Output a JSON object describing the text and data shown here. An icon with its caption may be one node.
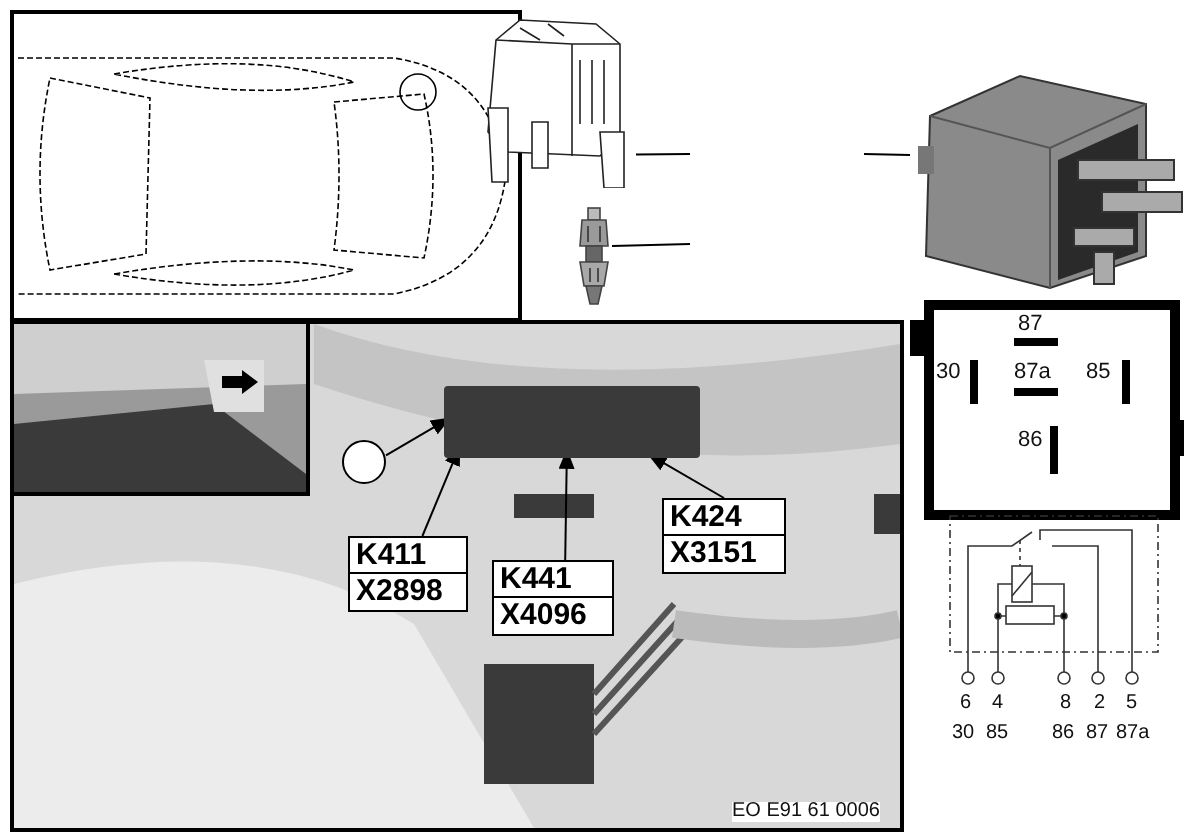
{
  "diagram": {
    "nodes": [
      {
        "text": [],
        "shape": "picture"
      },
      {
        "text": [],
        "shape": "picture"
      },
      {
        "text": [],
        "shape": "picture"
      },
      {
        "text": [],
        "shape": "box"
      },
      {
        "text": [],
        "shape": "circle"
      },
      {
        "text": [
          "K411",
          "X2898"
        ]
      },
      {
        "text": [
          "K441",
          "X4096"
        ]
      },
      {
        "text": [
          "K424",
          "X3151"
        ]
      }
    ],
    "edges": [
      {
        "from": 0,
        "to": null,
        "arrow": "none"
      },
      {
        "from": 1,
        "to": null,
        "arrow": "none"
      },
      {
        "from": 2,
        "to": null,
        "arrow": "none"
      },
      {
        "from": 4,
        "to": 3,
        "arrow": "to"
      },
      {
        "from": 5,
        "to": 3,
        "arrow": "to"
      },
      {
        "from": 6,
        "to": 3,
        "arrow": "to"
      },
      {
        "from": 7,
        "to": 3,
        "arrow": "to"
      }
    ],
    "labels": [
      "87",
      "30",
      "87a",
      "85",
      "86",
      "6",
      "4",
      "8",
      "2",
      "5",
      "30",
      "85",
      "86",
      "87",
      "87a",
      "EO E91 61 0006"
    ]
  }
}
